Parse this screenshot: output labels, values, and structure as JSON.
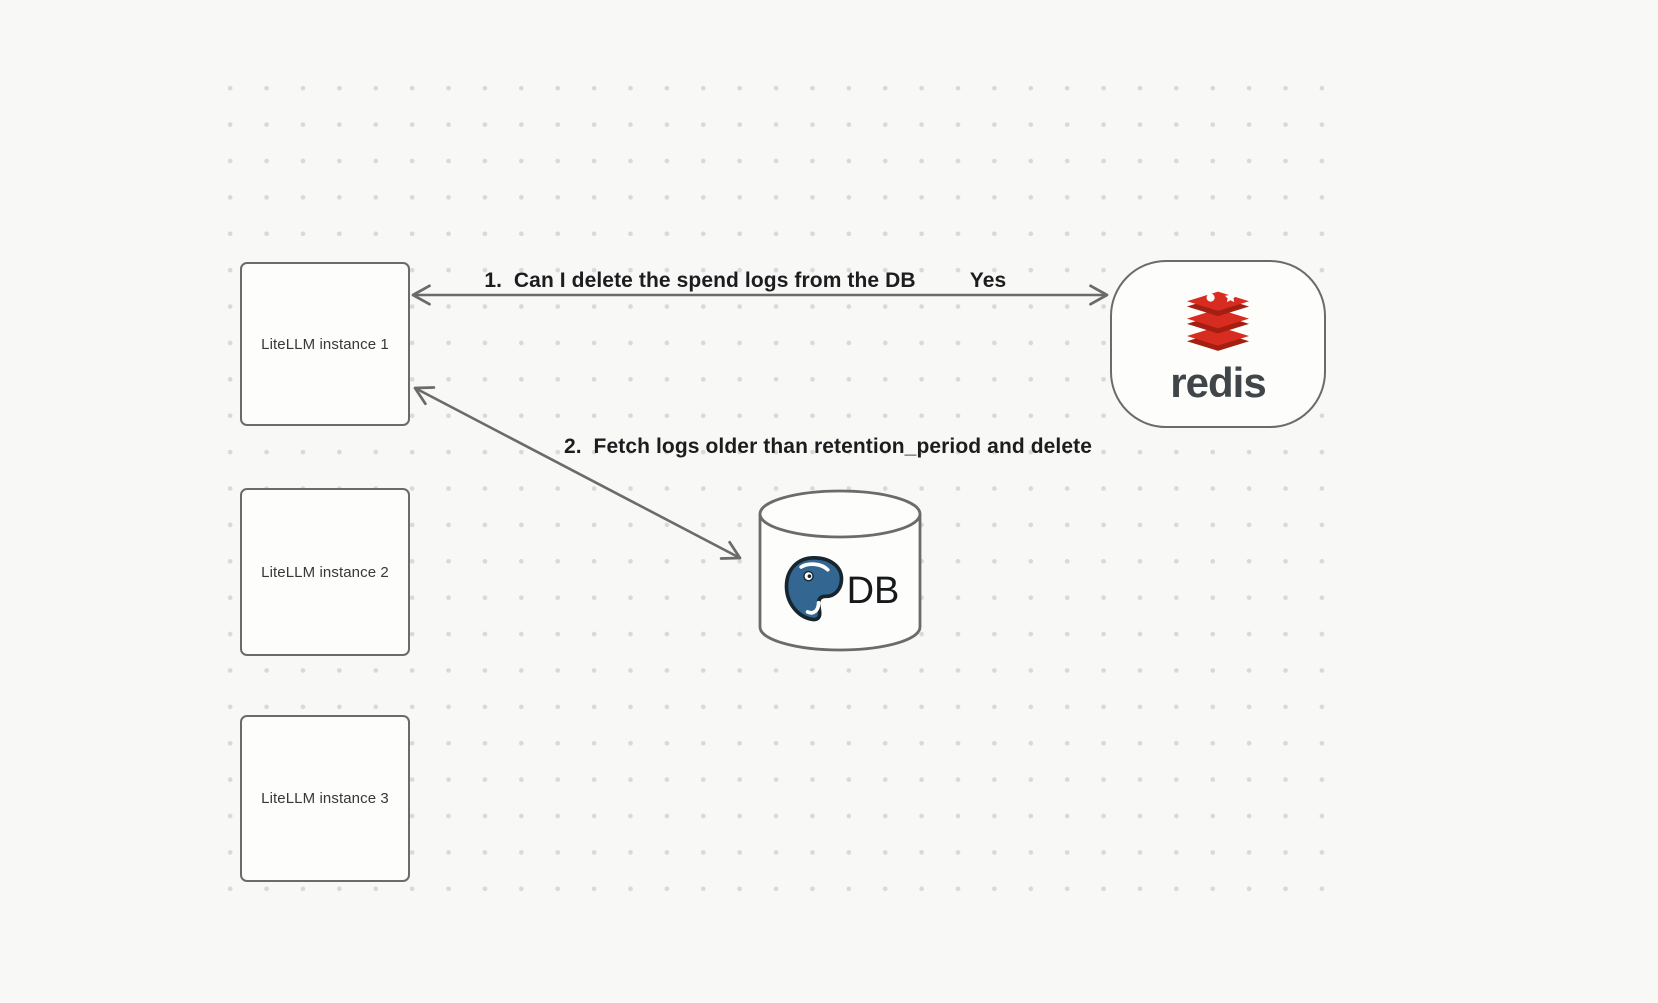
{
  "canvas": {
    "background": "#f8f8f6",
    "dot_color": "#d9d9d5"
  },
  "nodes": {
    "litellm1": {
      "label": "LiteLLM instance 1"
    },
    "litellm2": {
      "label": "LiteLLM instance 2"
    },
    "litellm3": {
      "label": "LiteLLM instance 3"
    },
    "redis": {
      "label": "redis",
      "icon": "redis-logo-icon"
    },
    "db": {
      "label": "DB",
      "icon": "postgresql-elephant-icon"
    }
  },
  "edges": [
    {
      "label": "1.  Can I delete the spend logs from the DB",
      "response_label": "Yes",
      "from": "LiteLLM instance 1",
      "to": "redis",
      "arrowheads": "both"
    },
    {
      "label": "2.  Fetch logs older than retention_period and delete",
      "from": "LiteLLM instance 1",
      "to": "DB",
      "arrowheads": "both"
    }
  ],
  "colors": {
    "stroke": "#6b6b6b",
    "node_fill": "#fdfdfc",
    "label_text": "#1d1d1f",
    "redis_red": "#d82c20",
    "redis_dark_red": "#a41e11",
    "postgres_blue": "#336791"
  }
}
